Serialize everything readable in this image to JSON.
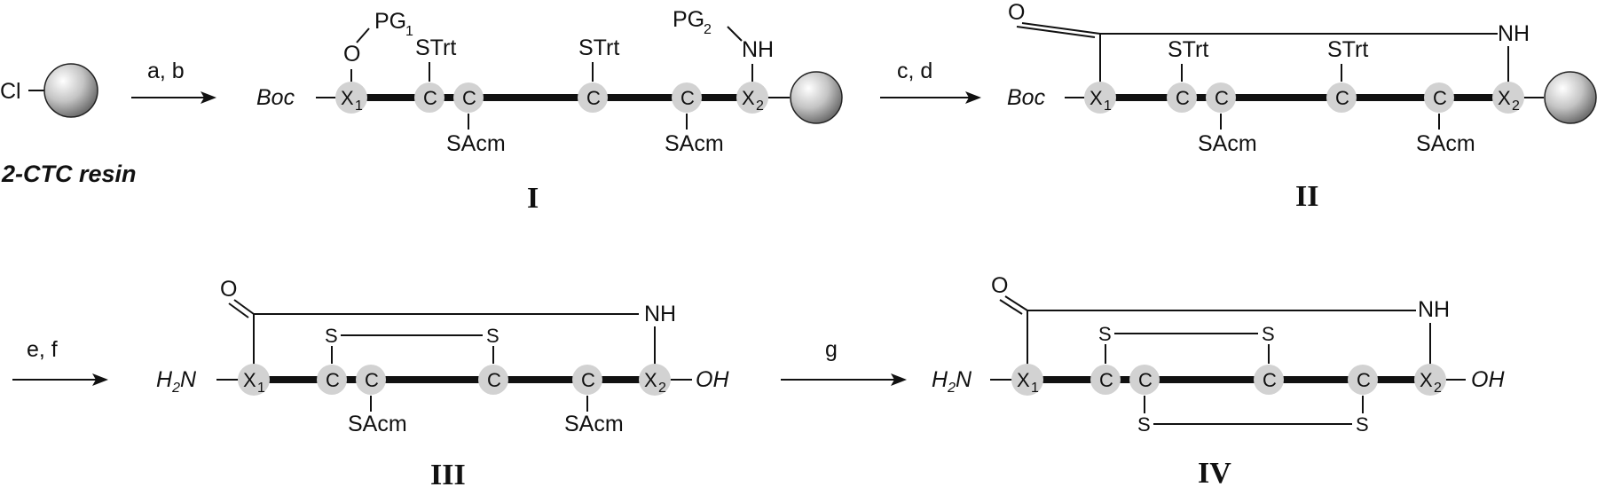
{
  "resin": {
    "atom": "Cl",
    "name": "2-CTC resin"
  },
  "steps": {
    "ab": "a, b",
    "cd": "c, d",
    "ef": "e, f",
    "g": "g"
  },
  "compounds": {
    "I": "I",
    "II": "II",
    "III": "III",
    "IV": "IV"
  },
  "residues": {
    "X": "X",
    "sub1": "1",
    "sub2": "2",
    "C": "C"
  },
  "groups": {
    "Boc": "Boc",
    "O": "O",
    "PG": "PG",
    "NH": "NH",
    "STrt": "STrt",
    "SAcm": "SAcm",
    "S": "S",
    "H": "H",
    "N": "N",
    "OH": "OH"
  },
  "colors": {
    "node_fill": "#d2d2d2",
    "resin_bead": "#c8c8c8",
    "ink": "#111111"
  }
}
